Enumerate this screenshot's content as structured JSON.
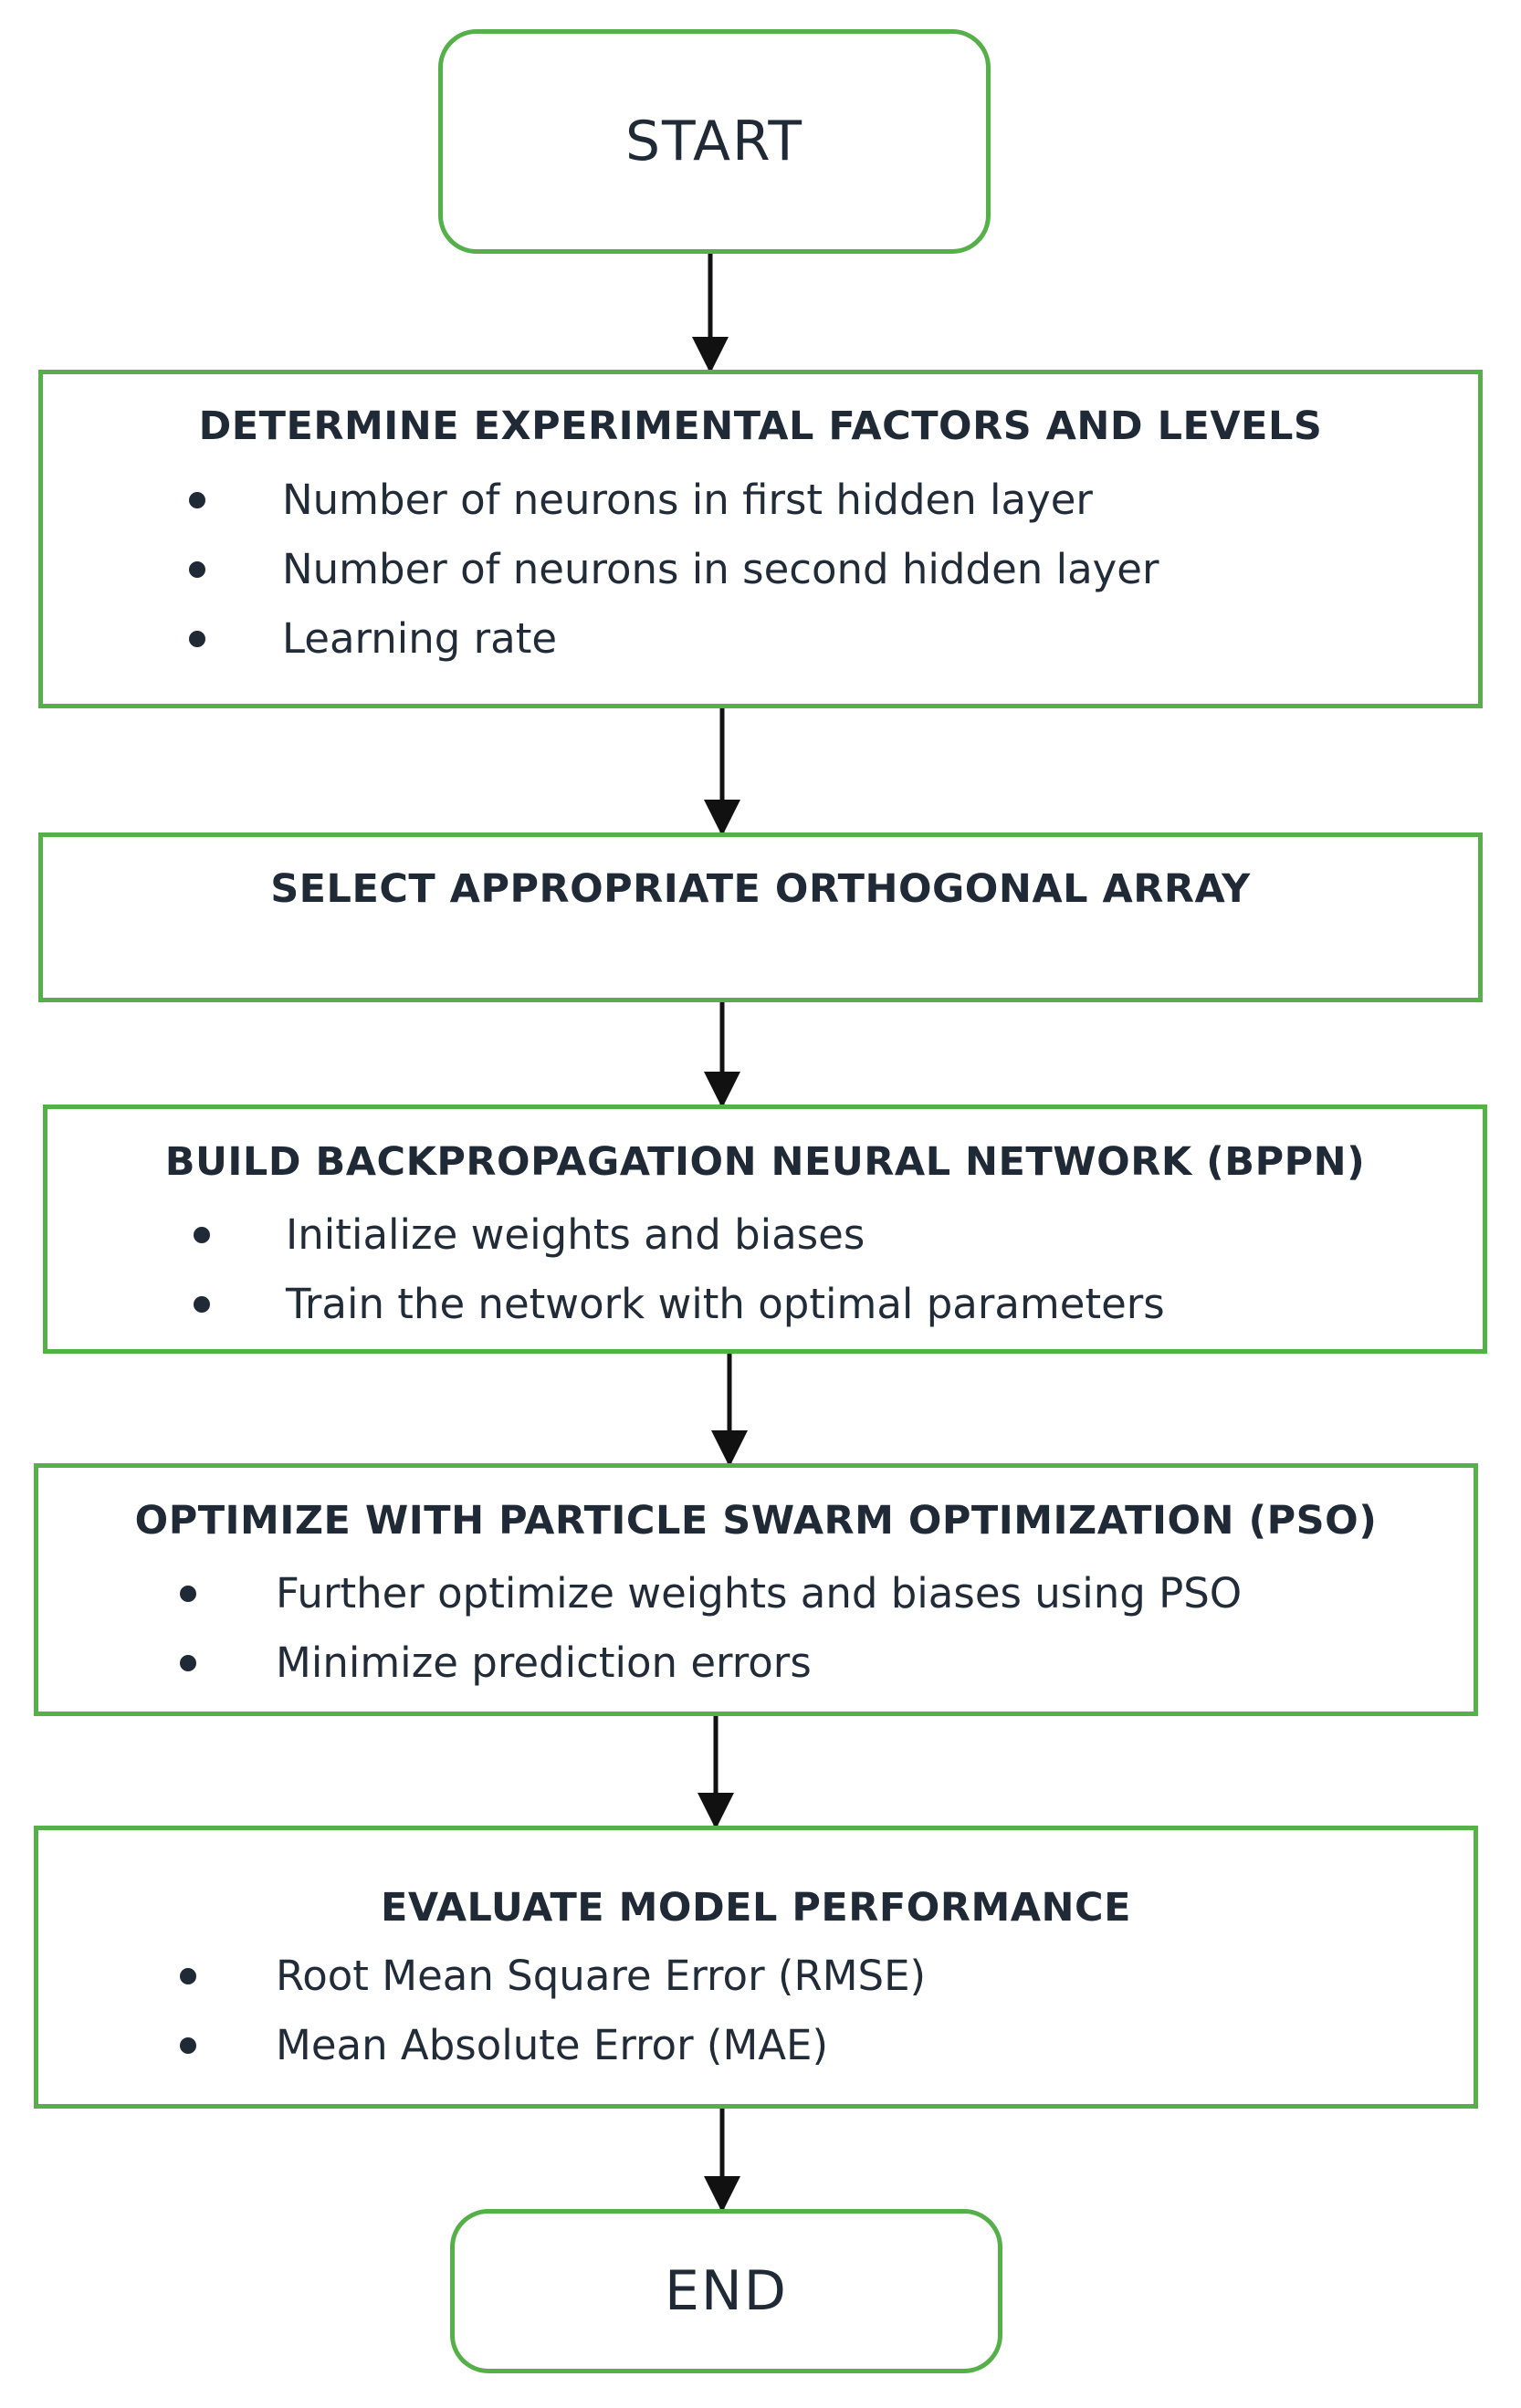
{
  "start": {
    "label": "START"
  },
  "end": {
    "label": "END"
  },
  "steps": [
    {
      "title": "DETERMINE EXPERIMENTAL FACTORS AND LEVELS",
      "bullets": [
        "Number of neurons in first hidden layer",
        "Number of neurons in second hidden layer",
        "Learning rate"
      ]
    },
    {
      "title": "SELECT APPROPRIATE ORTHOGONAL ARRAY",
      "bullets": []
    },
    {
      "title": "BUILD BACKPROPAGATION NEURAL NETWORK (BPPN)",
      "bullets": [
        "Initialize weights and biases",
        "Train the network with optimal parameters"
      ]
    },
    {
      "title": "OPTIMIZE WITH PARTICLE SWARM OPTIMIZATION (PSO)",
      "bullets": [
        "Further optimize weights and biases using PSO",
        "Minimize prediction errors"
      ]
    },
    {
      "title": "EVALUATE MODEL PERFORMANCE",
      "bullets": [
        "Root Mean Square Error (RMSE)",
        "Mean Absolute Error (MAE)"
      ]
    }
  ],
  "colors": {
    "border": "#55b04a",
    "text": "#1f2a36",
    "arrow": "#111111"
  }
}
